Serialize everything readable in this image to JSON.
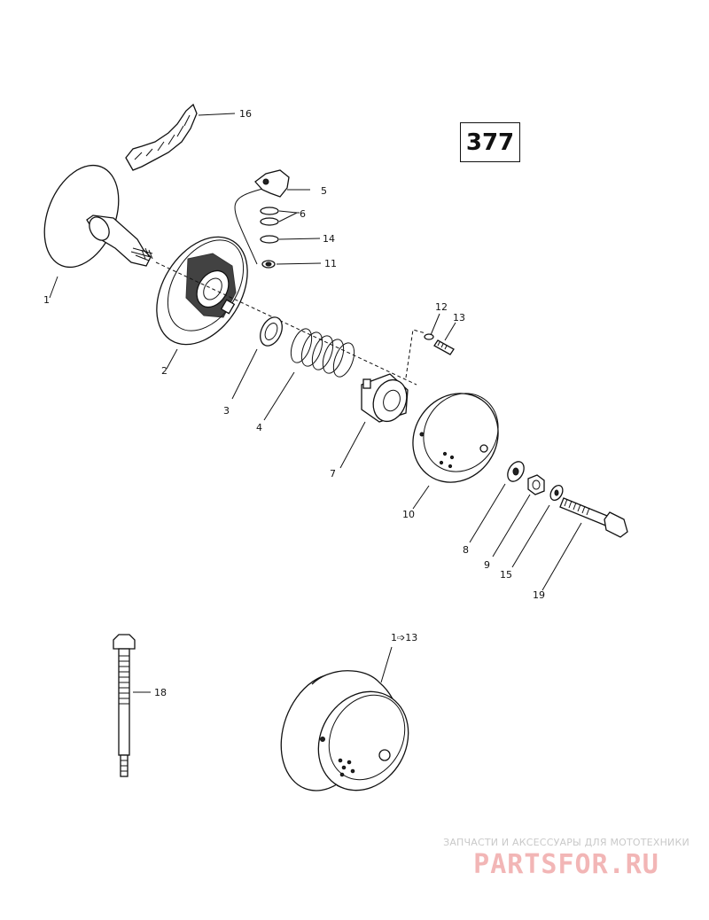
{
  "diagram": {
    "number": "377",
    "callouts": [
      {
        "id": "c1",
        "text": "1"
      },
      {
        "id": "c2",
        "text": "2"
      },
      {
        "id": "c3",
        "text": "3"
      },
      {
        "id": "c4",
        "text": "4"
      },
      {
        "id": "c5",
        "text": "5"
      },
      {
        "id": "c6",
        "text": "6"
      },
      {
        "id": "c7",
        "text": "7"
      },
      {
        "id": "c8",
        "text": "8"
      },
      {
        "id": "c9",
        "text": "9"
      },
      {
        "id": "c10",
        "text": "10"
      },
      {
        "id": "c11",
        "text": "11"
      },
      {
        "id": "c12",
        "text": "12"
      },
      {
        "id": "c13",
        "text": "13"
      },
      {
        "id": "c14",
        "text": "14"
      },
      {
        "id": "c15",
        "text": "15"
      },
      {
        "id": "c16",
        "text": "16"
      },
      {
        "id": "c18",
        "text": "18"
      },
      {
        "id": "c19",
        "text": "19"
      },
      {
        "id": "c_assembly",
        "text": "1➩13"
      }
    ]
  },
  "watermark": {
    "tagline": "ЗАПЧАСТИ И АКСЕССУАРЫ ДЛЯ МОТОТЕХНИКИ",
    "brand": "PARTSFOR.RU"
  }
}
